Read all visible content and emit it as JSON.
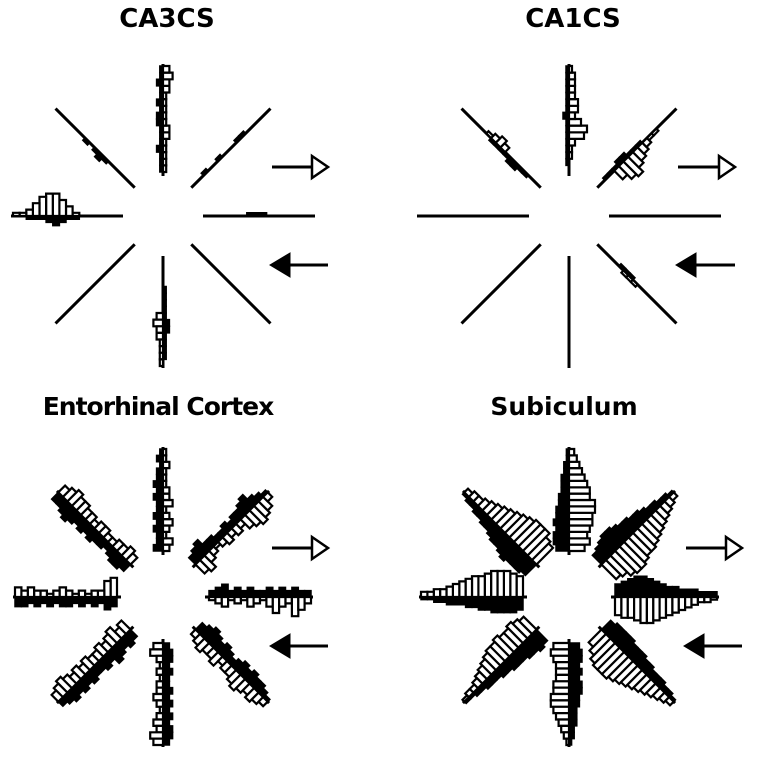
{
  "colors": {
    "ink": "#000000",
    "fill_open": "#ffffff",
    "fill_solid": "#000000"
  },
  "panels": [
    {
      "title": "CA3CS",
      "key": "ca3cs",
      "arrows": [
        "open-arrow-right",
        "filled-arrow-left"
      ],
      "profiles": {
        "N": {
          "open": [
            1,
            1,
            1,
            1,
            1,
            2,
            2,
            1,
            1,
            1,
            1,
            1,
            2,
            2,
            3,
            2
          ],
          "solid": [
            1,
            1,
            1,
            2,
            1,
            1,
            1,
            2,
            2,
            1,
            2,
            1,
            1,
            2,
            1,
            1
          ]
        },
        "NE": {
          "open": [
            0,
            0,
            0,
            0,
            0,
            0,
            0,
            0,
            0,
            0,
            0,
            0,
            0,
            0,
            0,
            0
          ],
          "solid": [
            0,
            0,
            1,
            0,
            0,
            1,
            0,
            0,
            0,
            1,
            1,
            0,
            0,
            0,
            0,
            0
          ]
        },
        "E": {
          "open": [
            0,
            0,
            0,
            0,
            0,
            0,
            0,
            0,
            0,
            0,
            0,
            0,
            0,
            0,
            0,
            0
          ],
          "solid": [
            0,
            0,
            0,
            0,
            0,
            0,
            1,
            1,
            1,
            0,
            0,
            0,
            0,
            0,
            0,
            0
          ]
        },
        "SE": {
          "open": [
            0,
            0,
            0,
            0,
            0,
            0,
            0,
            0,
            0,
            0,
            0,
            0,
            0,
            0,
            0,
            0
          ],
          "solid": [
            0,
            0,
            0,
            0,
            0,
            0,
            0,
            0,
            0,
            0,
            0,
            0,
            0,
            0,
            0,
            0
          ]
        },
        "S": {
          "open": [
            0,
            0,
            0,
            0,
            0,
            0,
            0,
            0,
            2,
            3,
            2,
            2,
            1,
            1,
            1,
            1
          ],
          "solid": [
            0,
            0,
            0,
            0,
            1,
            1,
            1,
            1,
            1,
            2,
            2,
            1,
            1,
            1,
            1,
            0
          ]
        },
        "SW": {
          "open": [
            0,
            0,
            0,
            0,
            0,
            0,
            0,
            0,
            0,
            0,
            0,
            0,
            0,
            0,
            0,
            0
          ],
          "solid": [
            0,
            0,
            0,
            0,
            0,
            0,
            0,
            0,
            0,
            0,
            0,
            0,
            0,
            0,
            0,
            0
          ]
        },
        "W": {
          "open": [
            0,
            0,
            0,
            0,
            0,
            0,
            1,
            3,
            5,
            7,
            7,
            6,
            4,
            2,
            1,
            1
          ],
          "solid": [
            0,
            0,
            0,
            0,
            0,
            0,
            1,
            1,
            2,
            3,
            2,
            1,
            1,
            1,
            0,
            0
          ]
        },
        "NW": {
          "open": [
            0,
            0,
            0,
            0,
            0,
            0,
            0,
            0,
            0,
            0,
            0,
            0,
            0,
            0,
            0,
            0
          ],
          "solid": [
            0,
            0,
            0,
            0,
            0,
            1,
            2,
            1,
            0,
            1,
            0,
            0,
            0,
            0,
            0,
            0
          ]
        }
      }
    },
    {
      "title": "CA1CS",
      "key": "ca1cs",
      "arrows": [
        "open-arrow-right",
        "filled-arrow-left"
      ],
      "profiles": {
        "N": {
          "open": [
            0,
            0,
            1,
            1,
            2,
            5,
            6,
            4,
            2,
            3,
            3,
            2,
            2,
            2,
            2,
            1
          ],
          "solid": [
            0,
            1,
            1,
            1,
            1,
            1,
            1,
            1,
            2,
            1,
            1,
            1,
            1,
            1,
            1,
            1
          ]
        },
        "NE": {
          "open": [
            0,
            0,
            0,
            4,
            6,
            7,
            5,
            4,
            3,
            2,
            1,
            1,
            0,
            0,
            0,
            0
          ],
          "solid": [
            0,
            1,
            1,
            1,
            2,
            2,
            1,
            1,
            1,
            0,
            0,
            0,
            0,
            0,
            0,
            0
          ]
        },
        "E": {
          "open": [
            0,
            0,
            0,
            0,
            0,
            0,
            0,
            0,
            0,
            0,
            0,
            0,
            0,
            0,
            0,
            0
          ],
          "solid": [
            0,
            0,
            0,
            0,
            0,
            0,
            0,
            0,
            0,
            0,
            0,
            0,
            0,
            0,
            0,
            0
          ]
        },
        "SE": {
          "open": [
            0,
            0,
            0,
            0,
            0,
            1,
            1,
            1,
            0,
            0,
            0,
            0,
            0,
            0,
            0,
            0
          ],
          "solid": [
            0,
            0,
            0,
            0,
            1,
            1,
            1,
            0,
            0,
            0,
            0,
            0,
            0,
            0,
            0,
            0
          ]
        },
        "S": {
          "open": [
            0,
            0,
            0,
            0,
            0,
            0,
            0,
            0,
            0,
            0,
            0,
            0,
            0,
            0,
            0,
            0
          ],
          "solid": [
            0,
            0,
            0,
            0,
            0,
            0,
            0,
            0,
            0,
            0,
            0,
            0,
            0,
            0,
            0,
            0
          ]
        },
        "SW": {
          "open": [
            0,
            0,
            0,
            0,
            0,
            0,
            0,
            0,
            0,
            0,
            0,
            0,
            0,
            0,
            0,
            0
          ],
          "solid": [
            0,
            0,
            0,
            0,
            0,
            0,
            0,
            0,
            0,
            0,
            0,
            0,
            0,
            0,
            0,
            0
          ]
        },
        "W": {
          "open": [
            0,
            0,
            0,
            0,
            0,
            0,
            0,
            0,
            0,
            0,
            0,
            0,
            0,
            0,
            0,
            0
          ],
          "solid": [
            0,
            0,
            0,
            0,
            0,
            0,
            0,
            0,
            0,
            0,
            0,
            0,
            0,
            0,
            0,
            0
          ]
        },
        "NW": {
          "open": [
            0,
            0,
            0,
            0,
            0,
            0,
            0,
            2,
            3,
            2,
            1,
            0,
            0,
            0,
            0,
            0
          ],
          "solid": [
            0,
            0,
            1,
            1,
            2,
            2,
            1,
            1,
            1,
            1,
            0,
            0,
            0,
            0,
            0,
            0
          ]
        }
      }
    },
    {
      "title": "Entorhinal Cortex",
      "key": "entorhinal",
      "arrows": [
        "open-arrow-right",
        "filled-arrow-left"
      ],
      "profiles": {
        "N": {
          "open": [
            2,
            3,
            1,
            2,
            3,
            2,
            1,
            3,
            2,
            2,
            1,
            1,
            1,
            2,
            1,
            1
          ],
          "solid": [
            3,
            2,
            2,
            3,
            2,
            3,
            2,
            2,
            3,
            2,
            3,
            2,
            2,
            1,
            2,
            1
          ]
        },
        "NE": {
          "open": [
            4,
            5,
            3,
            2,
            1,
            2,
            3,
            2,
            3,
            2,
            4,
            5,
            6,
            5,
            4,
            2
          ],
          "solid": [
            3,
            4,
            5,
            3,
            3,
            2,
            2,
            3,
            2,
            3,
            3,
            4,
            5,
            3,
            2,
            1
          ]
        },
        "E": {
          "open": [
            1,
            2,
            3,
            1,
            2,
            1,
            3,
            2,
            1,
            3,
            5,
            3,
            2,
            6,
            4,
            2
          ],
          "solid": [
            2,
            3,
            4,
            2,
            3,
            2,
            3,
            2,
            2,
            3,
            2,
            3,
            2,
            3,
            2,
            2
          ]
        },
        "SE": {
          "open": [
            2,
            3,
            4,
            3,
            3,
            4,
            2,
            3,
            3,
            4,
            5,
            4,
            3,
            4,
            3,
            2
          ],
          "solid": [
            3,
            4,
            5,
            4,
            3,
            4,
            3,
            2,
            3,
            4,
            3,
            4,
            3,
            3,
            2,
            1
          ]
        },
        "S": {
          "open": [
            3,
            4,
            2,
            1,
            2,
            1,
            2,
            2,
            3,
            2,
            1,
            2,
            3,
            2,
            4,
            3
          ],
          "solid": [
            2,
            3,
            3,
            2,
            3,
            2,
            2,
            3,
            2,
            3,
            2,
            3,
            2,
            3,
            3,
            2
          ]
        },
        "SW": {
          "open": [
            4,
            3,
            5,
            4,
            3,
            4,
            3,
            3,
            4,
            3,
            4,
            3,
            4,
            5,
            4,
            3
          ],
          "solid": [
            3,
            4,
            3,
            4,
            5,
            3,
            4,
            3,
            3,
            4,
            3,
            4,
            3,
            4,
            3,
            2
          ]
        },
        "W": {
          "open": [
            6,
            5,
            2,
            2,
            1,
            2,
            1,
            2,
            3,
            2,
            1,
            2,
            2,
            3,
            2,
            3
          ],
          "solid": [
            3,
            4,
            2,
            3,
            2,
            3,
            2,
            3,
            3,
            2,
            3,
            2,
            3,
            2,
            3,
            3
          ]
        },
        "NW": {
          "open": [
            3,
            4,
            3,
            3,
            2,
            2,
            3,
            3,
            2,
            3,
            3,
            4,
            4,
            5,
            4,
            3
          ],
          "solid": [
            3,
            4,
            4,
            3,
            2,
            3,
            3,
            4,
            3,
            4,
            3,
            4,
            5,
            4,
            3,
            3
          ]
        }
      }
    },
    {
      "title": "Subiculum",
      "key": "subiculum",
      "arrows": [
        "open-arrow-right",
        "filled-arrow-left"
      ],
      "profiles": {
        "N": {
          "open": [
            6,
            8,
            7,
            8,
            9,
            9,
            10,
            10,
            8,
            8,
            7,
            6,
            5,
            4,
            3,
            2
          ],
          "solid": [
            5,
            6,
            6,
            5,
            6,
            5,
            5,
            4,
            4,
            3,
            3,
            3,
            2,
            2,
            1,
            1
          ]
        },
        "NE": {
          "open": [
            8,
            9,
            11,
            12,
            12,
            11,
            10,
            10,
            9,
            8,
            7,
            6,
            5,
            4,
            3,
            2
          ],
          "solid": [
            5,
            6,
            7,
            8,
            8,
            7,
            6,
            6,
            5,
            5,
            4,
            3,
            3,
            2,
            2,
            1
          ]
        },
        "E": {
          "open": [
            7,
            8,
            8,
            9,
            10,
            10,
            9,
            8,
            7,
            6,
            5,
            4,
            3,
            2,
            2,
            1
          ],
          "solid": [
            5,
            6,
            7,
            8,
            8,
            7,
            6,
            5,
            4,
            4,
            3,
            3,
            3,
            2,
            2,
            2
          ]
        },
        "SE": {
          "open": [
            7,
            9,
            11,
            12,
            12,
            12,
            11,
            10,
            9,
            8,
            7,
            6,
            5,
            4,
            3,
            2
          ],
          "solid": [
            5,
            6,
            6,
            6,
            6,
            5,
            5,
            5,
            4,
            4,
            3,
            3,
            3,
            2,
            2,
            1
          ]
        },
        "S": {
          "open": [
            6,
            7,
            6,
            5,
            5,
            5,
            6,
            6,
            7,
            7,
            6,
            5,
            4,
            3,
            2,
            1
          ],
          "solid": [
            4,
            5,
            5,
            4,
            5,
            4,
            5,
            5,
            4,
            4,
            3,
            3,
            3,
            2,
            2,
            1
          ]
        },
        "SW": {
          "open": [
            7,
            8,
            9,
            8,
            8,
            9,
            8,
            8,
            7,
            6,
            5,
            4,
            3,
            2,
            2,
            1
          ],
          "solid": [
            6,
            7,
            6,
            6,
            5,
            5,
            5,
            4,
            4,
            3,
            3,
            3,
            2,
            2,
            1,
            1
          ]
        },
        "W": {
          "open": [
            8,
            9,
            10,
            10,
            10,
            9,
            8,
            8,
            7,
            6,
            5,
            4,
            3,
            3,
            2,
            2
          ],
          "solid": [
            5,
            6,
            6,
            6,
            6,
            5,
            5,
            4,
            4,
            3,
            3,
            3,
            2,
            2,
            1,
            1
          ]
        },
        "NW": {
          "open": [
            9,
            10,
            12,
            12,
            12,
            11,
            10,
            9,
            8,
            7,
            6,
            5,
            4,
            3,
            3,
            2
          ],
          "solid": [
            6,
            7,
            7,
            7,
            8,
            7,
            6,
            6,
            5,
            4,
            4,
            3,
            3,
            2,
            2,
            1
          ]
        }
      }
    }
  ]
}
